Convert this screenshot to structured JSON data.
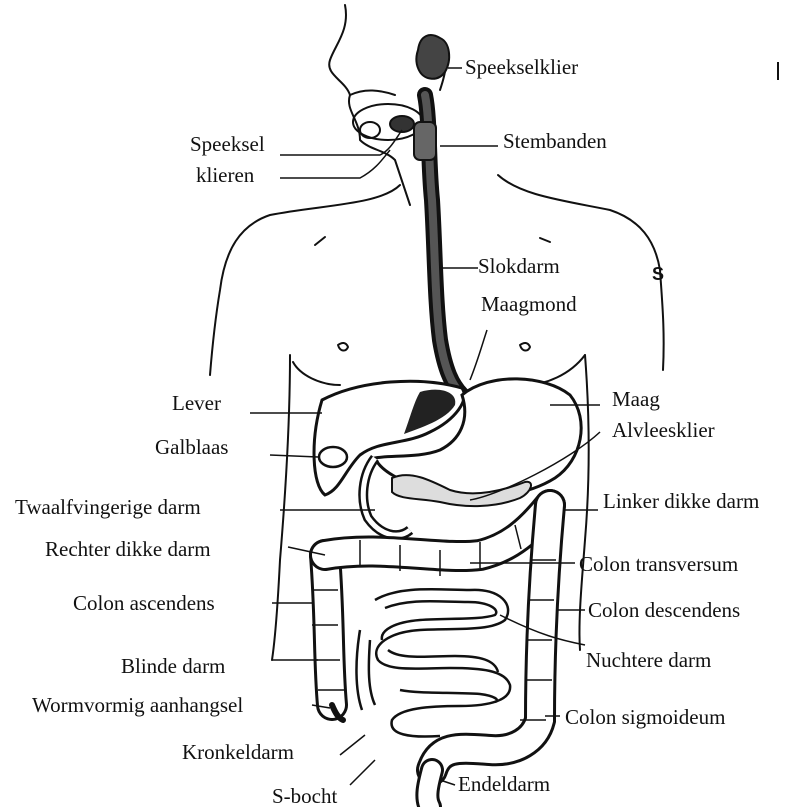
{
  "labels": {
    "speekselklier": "Speekselklier",
    "stembanden": "Stembanden",
    "speeksel": "Speeksel",
    "klieren": "klieren",
    "slokdarm": "Slokdarm",
    "maagmond": "Maagmond",
    "lever": "Lever",
    "maag": "Maag",
    "alvleesklier": "Alvleesklier",
    "galblaas": "Galblaas",
    "twaalfvingerige_darm": "Twaalfvingerige darm",
    "linker_dikke_darm": "Linker dikke darm",
    "rechter_dikke_darm": "Rechter dikke darm",
    "colon_transversum": "Colon transversum",
    "colon_ascendens": "Colon ascendens",
    "colon_descendens": "Colon descendens",
    "nuchtere_darm": "Nuchtere darm",
    "blinde_darm": "Blinde darm",
    "wormvormig_aanhangsel": "Wormvormig aanhangsel",
    "colon_sigmoideum": "Colon sigmoideum",
    "kronkeldarm": "Kronkeldarm",
    "endeldarm": "Endeldarm",
    "s_bocht": "S-bocht",
    "stray_mark": "S"
  }
}
